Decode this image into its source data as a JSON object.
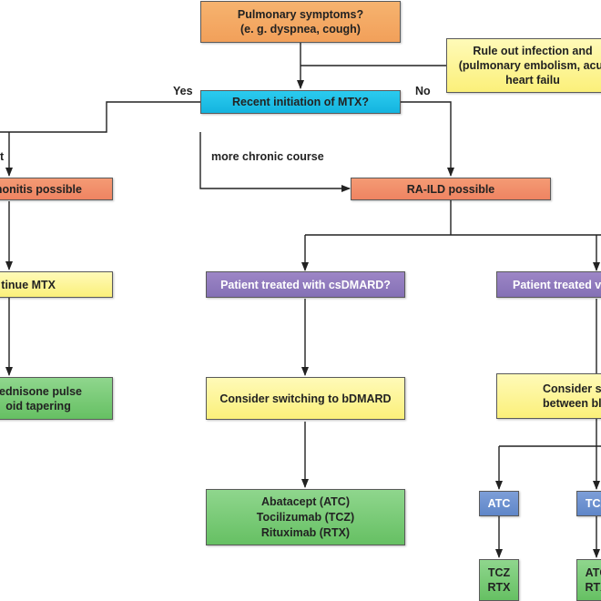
{
  "nodes": {
    "pulmonary_symptoms": "Pulmonary symptoms?\n(e. g. dyspnea, cough)",
    "rule_out": "Rule out infection and\n(pulmonary embolism, acut\nheart failu",
    "recent_mtx": "Recent initiation of MTX?",
    "pneumonitis": "monitis possible",
    "ra_ild": "RA-ILD possible",
    "continue_mtx": "tinue MTX",
    "csdmard": "Patient treated with csDMARD?",
    "treated_v": "Patient treated v",
    "prednisone": "rednisone pulse\noid tapering",
    "switch_bdmard": "Consider switching to bDMARD",
    "consider_s": "Consider s\nbetween bl",
    "abatacept": "Abatacept (ATC)\nTocilizumab (TCZ)\nRituximab (RTX)",
    "atc": "ATC",
    "tcz_cut": "TCZ",
    "tcz_rtx": "TCZ\nRTX",
    "atc_rtx_cut": "ATC\nRTX"
  },
  "edge_labels": {
    "yes": "Yes",
    "no": "No",
    "acute_cut": "t",
    "chronic": "more chronic course"
  }
}
